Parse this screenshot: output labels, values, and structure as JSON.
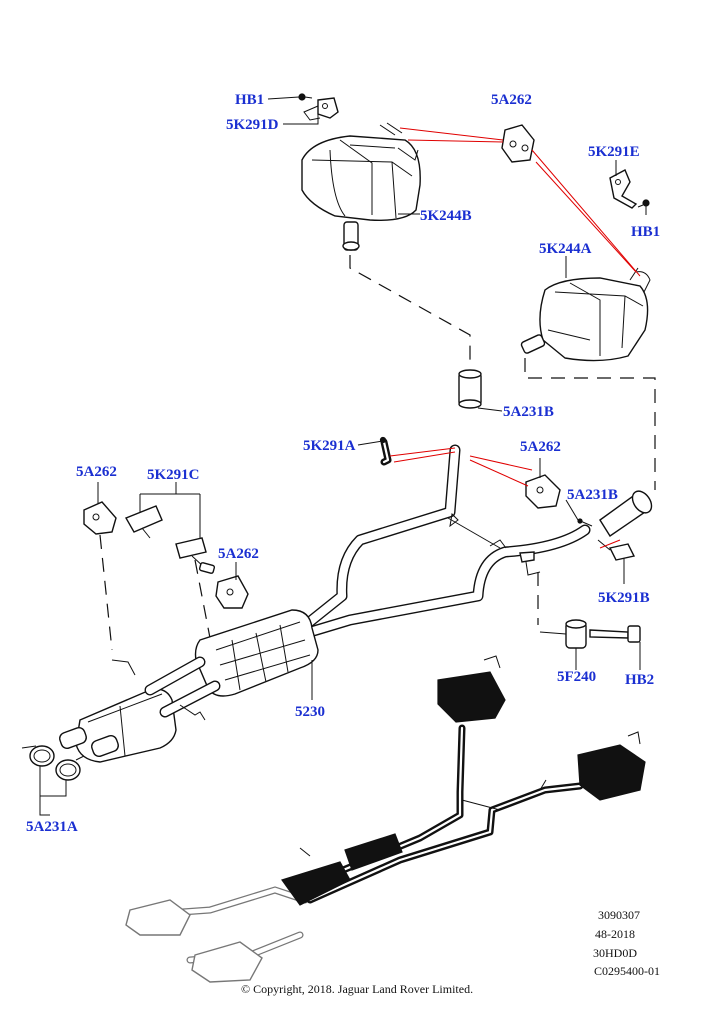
{
  "callouts": {
    "hb1_top": "HB1",
    "k291d": "5K291D",
    "a262_top": "5A262",
    "k291e": "5K291E",
    "hb1_right": "HB1",
    "k244b": "5K244B",
    "k244a": "5K244A",
    "a231b_top": "5A231B",
    "k291a": "5K291A",
    "a262_mid": "5A262",
    "a231b_mid": "5A231B",
    "a262_left": "5A262",
    "k291c": "5K291C",
    "a262_left2": "5A262",
    "k291b": "5K291B",
    "f240": "5F240",
    "hb2": "HB2",
    "p5230": "5230",
    "a231a": "5A231A"
  },
  "reference_codes": [
    "3090307",
    "48-2018",
    "30HD0D",
    "C0295400-01"
  ],
  "copyright": "© Copyright, 2018. Jaguar Land Rover Limited.",
  "colors": {
    "callout": "#1a2fd1",
    "leader_red": "#e00000",
    "line": "#111111"
  }
}
